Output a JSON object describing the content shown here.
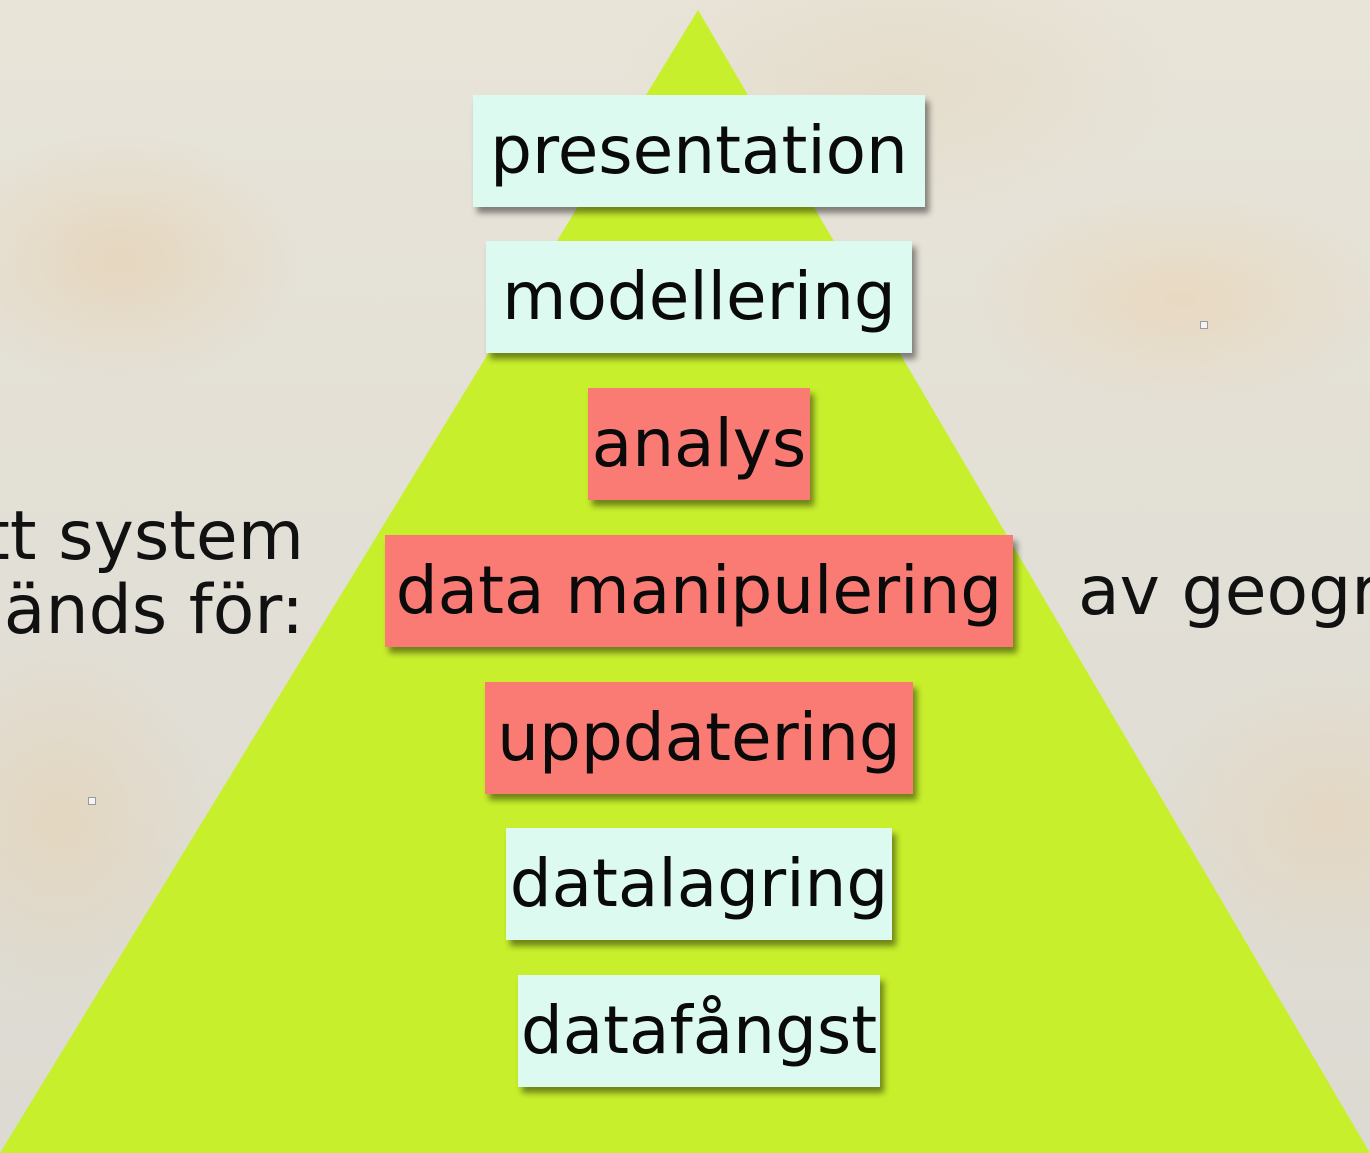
{
  "side_left": {
    "line1": "tt system",
    "line2": "änds för:"
  },
  "side_right": {
    "line1": "av geogra"
  },
  "pyramid": {
    "color": "#c8ef2c",
    "levels": [
      {
        "label": "presentation",
        "color": "#dcfaf0"
      },
      {
        "label": "modellering",
        "color": "#dcfaf0"
      },
      {
        "label": "analys",
        "color": "#f97b73"
      },
      {
        "label": "data manipulering",
        "color": "#f97b73"
      },
      {
        "label": "uppdatering",
        "color": "#f97b73"
      },
      {
        "label": "datalagring",
        "color": "#dcfaf0"
      },
      {
        "label": "datafångst",
        "color": "#dcfaf0"
      }
    ]
  }
}
